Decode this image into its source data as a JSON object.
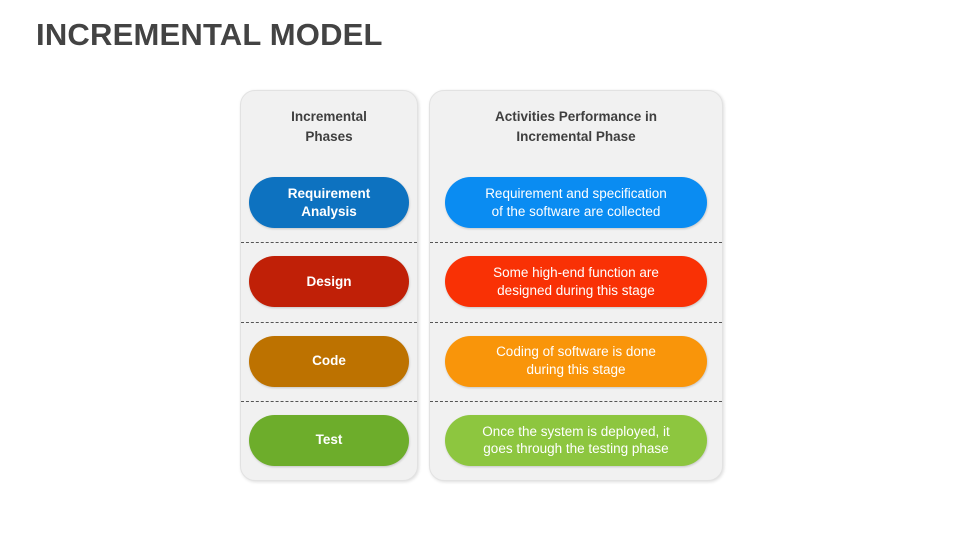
{
  "slide": {
    "title": "INCREMENTAL MODEL",
    "title_color": "#434343",
    "background": "#ffffff"
  },
  "diagram": {
    "type": "two-column-table",
    "panel_background": "#f1f1f1",
    "columns": [
      {
        "id": "phases",
        "header": "Incremental\nPhases",
        "header_line1": "Incremental",
        "header_line2": "Phases"
      },
      {
        "id": "activities",
        "header": "Activities Performance in Incremental Phase",
        "header_line1": "Activities Performance in",
        "header_line2": "Incremental Phase"
      }
    ],
    "rows": [
      {
        "phase_label": "Requirement Analysis",
        "phase_line1": "Requirement",
        "phase_line2": "Analysis",
        "phase_color": "#0d72c0",
        "activity_label": "Requirement and specification of the software are collected",
        "activity_line1": "Requirement and specification",
        "activity_line2": "of the software are collected",
        "activity_color": "#0a8cf2"
      },
      {
        "phase_label": "Design",
        "phase_line1": "Design",
        "phase_line2": "",
        "phase_color": "#c02007",
        "activity_label": "Some high-end function are designed during this stage",
        "activity_line1": "Some high-end function are",
        "activity_line2": "designed during this stage",
        "activity_color": "#f93105"
      },
      {
        "phase_label": "Code",
        "phase_line1": "Code",
        "phase_line2": "",
        "phase_color": "#bd7200",
        "activity_label": "Coding of software is done during this stage",
        "activity_line1": "Coding of software is done",
        "activity_line2": "during this stage",
        "activity_color": "#f9950a"
      },
      {
        "phase_label": "Test",
        "phase_line1": "Test",
        "phase_line2": "",
        "phase_color": "#6dad2b",
        "activity_label": "Once the system is deployed, it goes through the testing phase",
        "activity_line1": "Once the system is deployed, it",
        "activity_line2": "goes through the testing phase",
        "activity_color": "#8dc63f"
      }
    ]
  }
}
